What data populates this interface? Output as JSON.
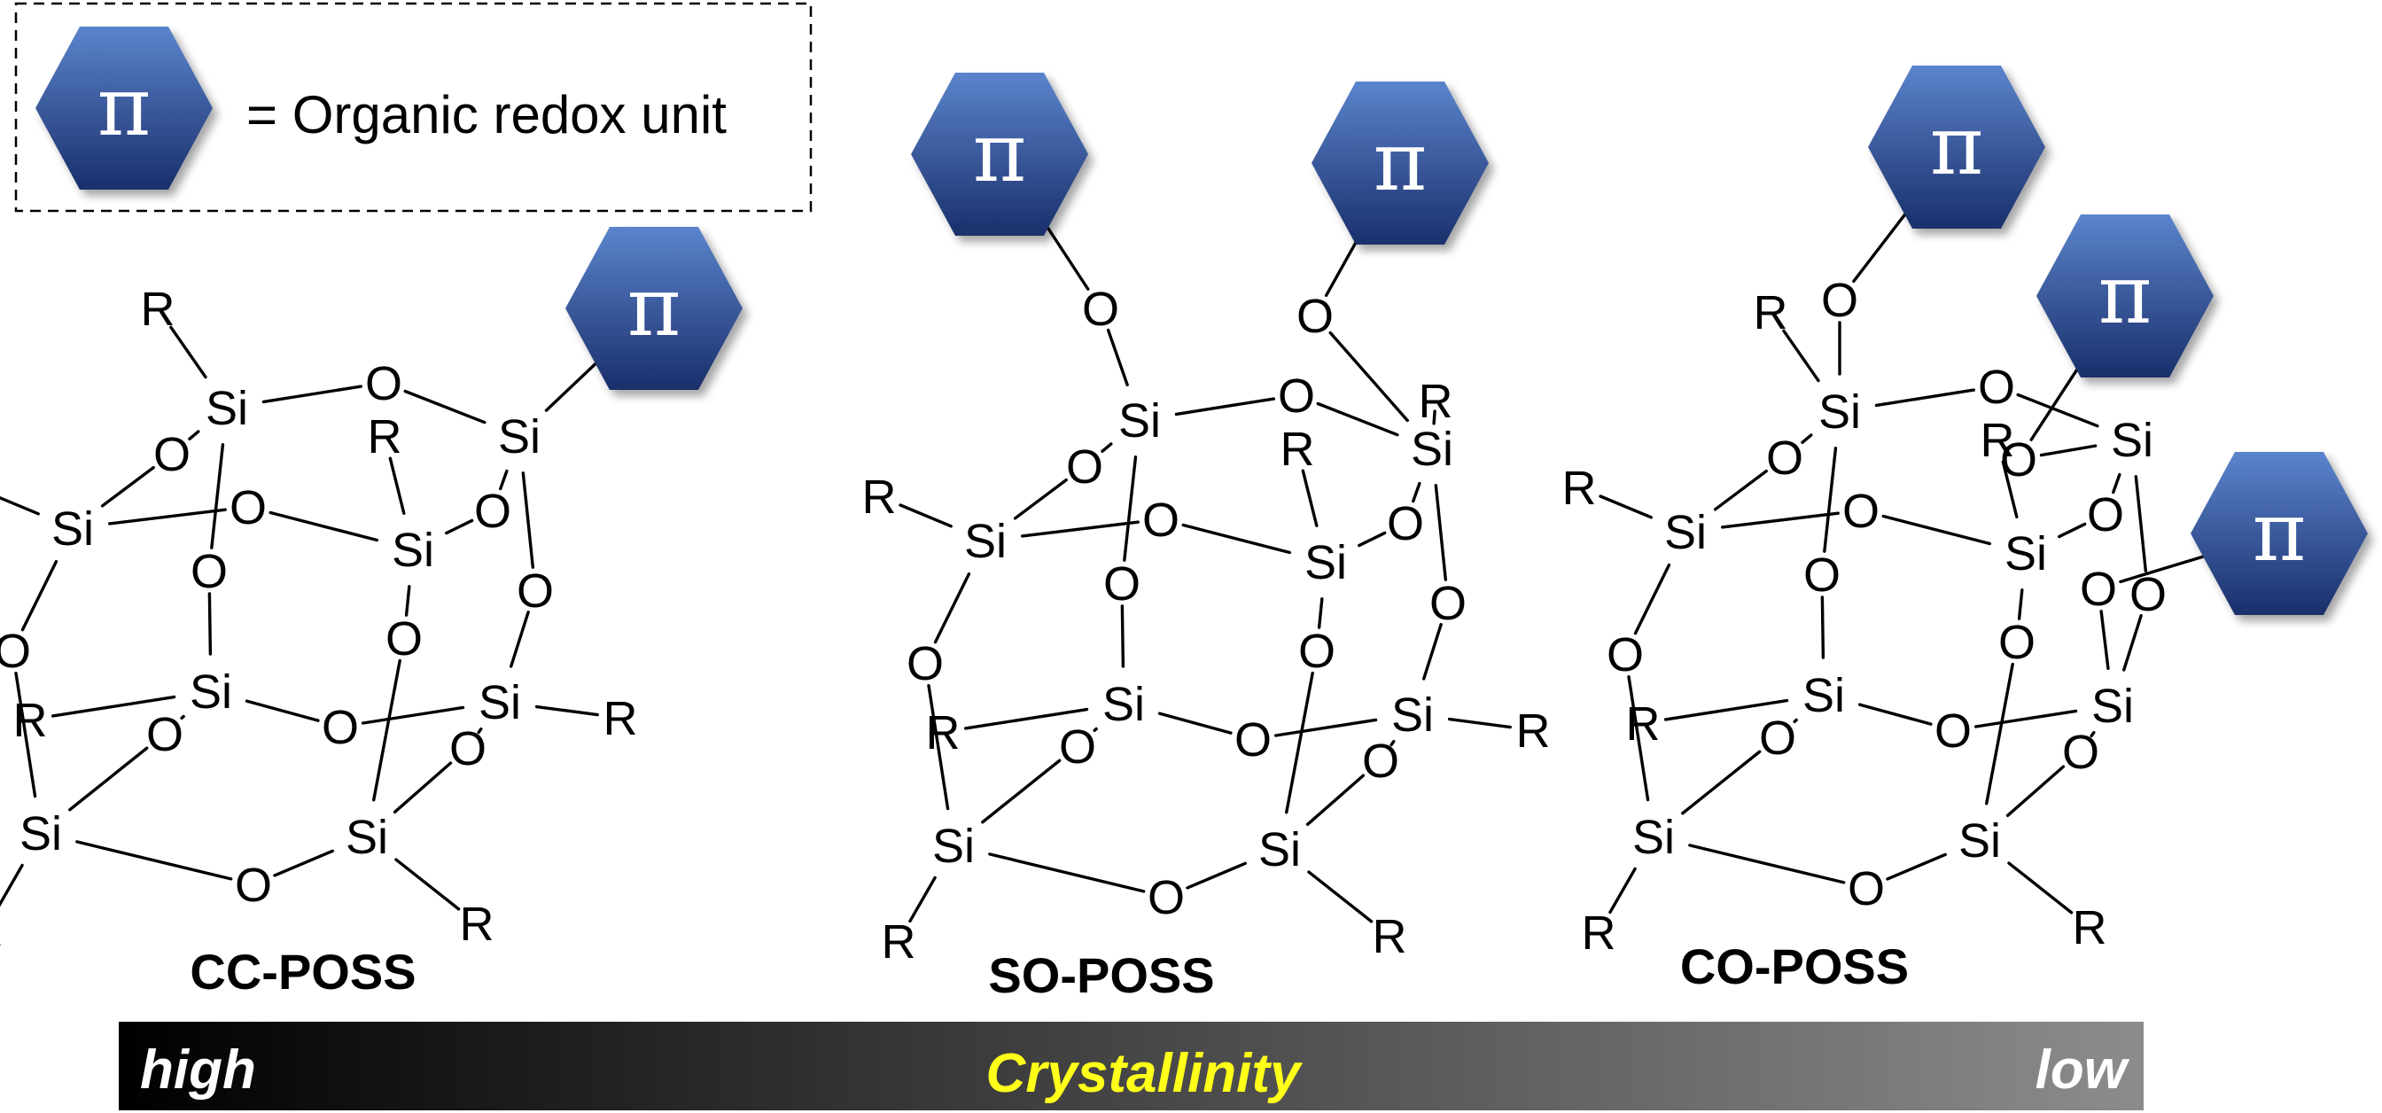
{
  "legend": {
    "symbol": "π",
    "text": "= Organic redox unit"
  },
  "atoms": {
    "si": "Si",
    "o": "O",
    "r": "R",
    "pi": "π"
  },
  "molecules": [
    {
      "name": "CC-POSS"
    },
    {
      "name": "SO-POSS"
    },
    {
      "name": "CO-POSS"
    }
  ],
  "crystallinity_bar": {
    "label": "Crystallinity",
    "left_label": "high",
    "right_label": "low"
  },
  "colors": {
    "hexagon_top": "#5b84cc",
    "hexagon_bottom": "#1a2f6b",
    "bar_dark": "#000000",
    "bar_light": "#8c8c8c",
    "bar_center_text": "#ffff1a",
    "bar_end_text": "#ffffff"
  }
}
